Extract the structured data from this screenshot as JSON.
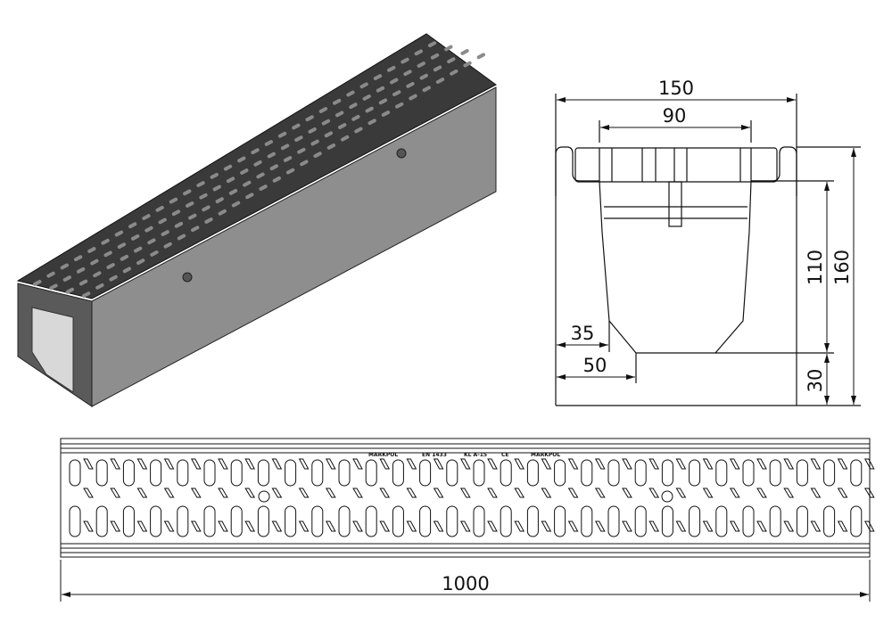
{
  "cross_section": {
    "width_outer": "150",
    "width_inner": "90",
    "height_total": "160",
    "height_channel": "110",
    "height_base": "30",
    "offset_35": "35",
    "offset_50": "50"
  },
  "plan_view": {
    "length": "1000",
    "grate_markings": [
      "MARKPOL",
      "EN 1433",
      "KL A-15",
      "CE",
      "MARKPOL"
    ]
  },
  "colors": {
    "line": "#111111",
    "body": "#8c8c8c",
    "grate": "#3a3a3a"
  }
}
